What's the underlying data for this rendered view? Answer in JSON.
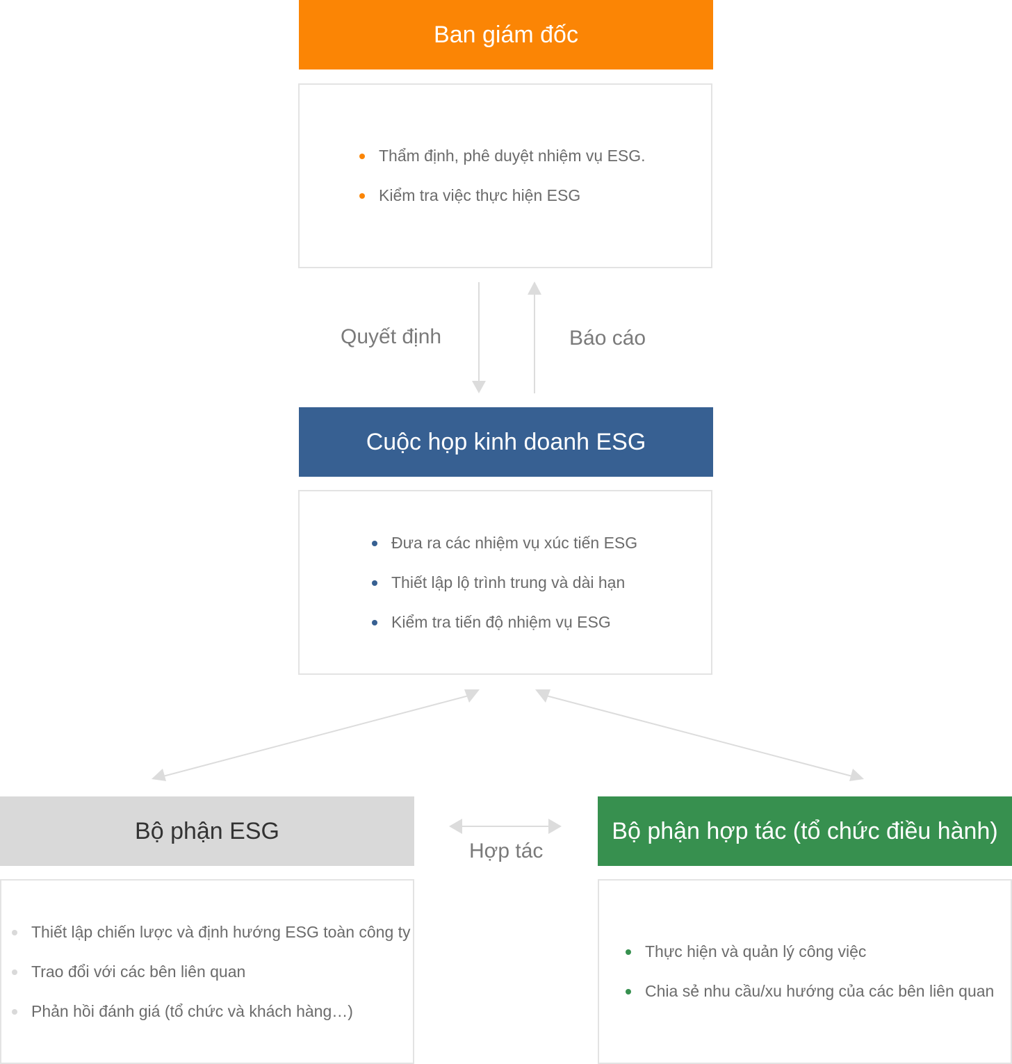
{
  "colors": {
    "board": "#fb8505",
    "meeting": "#376092",
    "esg_dept": "#d9d9d9",
    "coop_dept": "#37904f",
    "arrow": "#d9d9d9"
  },
  "board": {
    "title": "Ban giám đốc",
    "items": [
      "Thẩm định, phê duyệt nhiệm vụ ESG.",
      "Kiểm tra việc thực hiện ESG"
    ]
  },
  "flow_top": {
    "down_label": "Quyết định",
    "up_label": "Báo cáo"
  },
  "meeting": {
    "title": "Cuộc họp kinh doanh ESG",
    "items": [
      "Đưa ra các nhiệm vụ xúc tiến ESG",
      "Thiết lập lộ trình trung và dài hạn",
      "Kiểm tra tiến độ nhiệm vụ ESG"
    ]
  },
  "esg_dept": {
    "title": "Bộ phận ESG",
    "items": [
      "Thiết lập chiến lược và định hướng ESG toàn công ty",
      "Trao đổi với các bên liên quan",
      "Phản hồi đánh giá (tổ chức và khách hàng…)"
    ]
  },
  "cooperation": {
    "label": "Hợp tác"
  },
  "coop_dept": {
    "title": "Bộ phận hợp tác (tổ chức điều hành)",
    "items": [
      "Thực hiện và quản lý công việc",
      "Chia sẻ nhu cầu/xu hướng của các bên liên quan"
    ]
  }
}
